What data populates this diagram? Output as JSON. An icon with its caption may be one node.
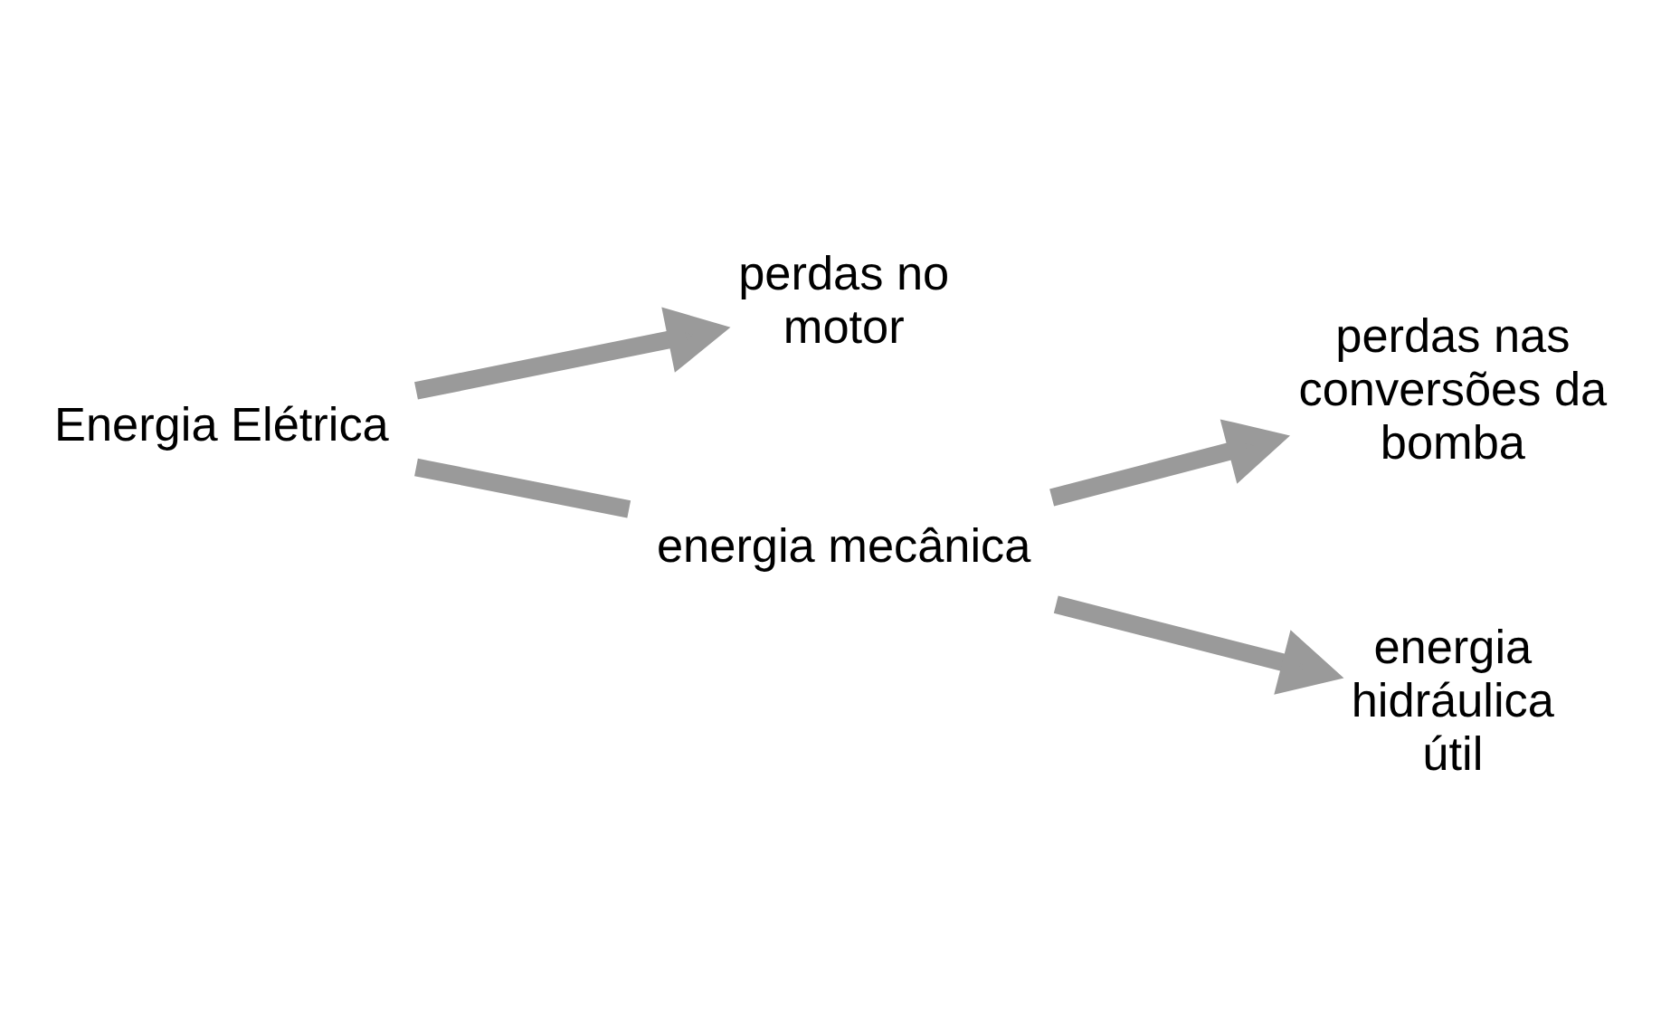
{
  "diagram": {
    "nodes": [
      {
        "text": [
          "Energia Elétrica"
        ]
      },
      {
        "text": [
          "perdas no motor"
        ]
      },
      {
        "text": [
          "energia mecânica"
        ]
      },
      {
        "text": [
          "perdas nas conversões da bomba"
        ]
      },
      {
        "text": [
          "energia hidráulica útil"
        ]
      }
    ],
    "edges": [
      {
        "from": 0,
        "to": 1,
        "arrow": "to"
      },
      {
        "from": 0,
        "to": 2,
        "arrow": "none"
      },
      {
        "from": 2,
        "to": 3,
        "arrow": "to"
      },
      {
        "from": 2,
        "to": 4,
        "arrow": "to"
      }
    ]
  }
}
